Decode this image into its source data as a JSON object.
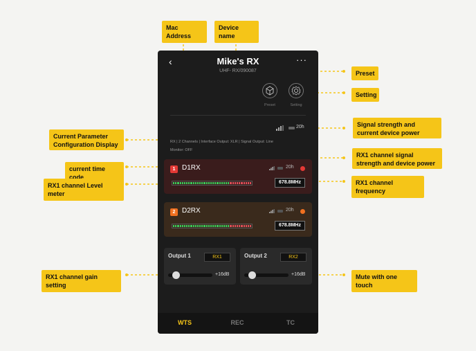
{
  "app": {
    "title": "Mike's RX",
    "subtitle": "UHF- RX/090087",
    "back_glyph": "‹",
    "more_glyph": "···"
  },
  "toolbar": {
    "preset_label": "Preset",
    "setting_label": "Setting"
  },
  "status": {
    "battery_text": "20h"
  },
  "config": {
    "line1": "RX  |  2 Channels  |  Interface Output: XLR  |  Signal Output: Line",
    "line2": "Monitor: OFF"
  },
  "channels": [
    {
      "num": "1",
      "name": "D1RX",
      "battery": "20h",
      "freq": "678.8MHz",
      "accent": "#e53935",
      "bg": "#3a1c1c"
    },
    {
      "num": "2",
      "name": "D2RX",
      "battery": "20h",
      "freq": "678.8MHz",
      "accent": "#f07020",
      "bg": "#3a2a1c"
    }
  ],
  "outputs": [
    {
      "label": "Output 1",
      "rx": "RX1",
      "gain": "+16dB"
    },
    {
      "label": "Output 2",
      "rx": "RX2",
      "gain": "+16dB"
    }
  ],
  "tabs": [
    {
      "label": "WTS",
      "active": true
    },
    {
      "label": "REC",
      "active": false
    },
    {
      "label": "TC",
      "active": false
    }
  ],
  "callouts": {
    "mac_address": "Mac Address",
    "device_name": "Device name",
    "preset": "Preset",
    "setting": "Setting",
    "signal_power": "Signal strength and current device power",
    "config_display": "Current Parameter Configuration Display",
    "rx1_signal_power": "RX1 channel signal strength and  device power",
    "time_code": "current time code",
    "level_meter": "RX1 channel Level meter",
    "rx1_freq": "RX1 channel frequency",
    "gain_setting": "RX1 channel gain setting",
    "mute": "Mute with one touch"
  },
  "colors": {
    "accent": "#f5c518",
    "phone_bg": "#1c1c1c"
  }
}
